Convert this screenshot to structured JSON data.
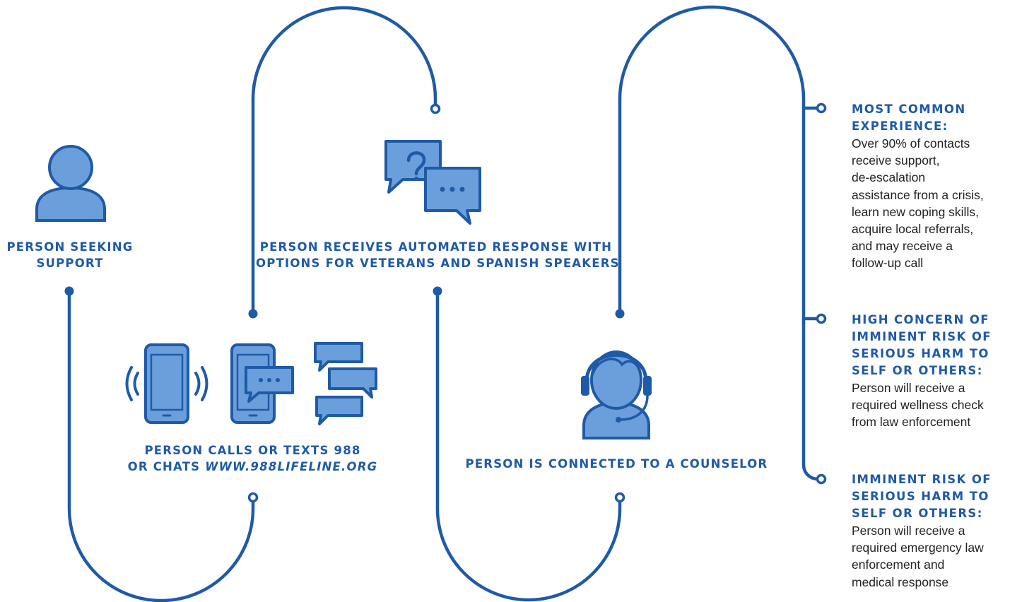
{
  "colors": {
    "line": "#1f5aa6",
    "icon_fill": "#6b9fdc",
    "text": "#1f5aa6",
    "body_text": "#222222"
  },
  "steps": [
    {
      "id": "seek",
      "icon": "person-icon",
      "line1": "PERSON SEEKING",
      "line2": "SUPPORT"
    },
    {
      "id": "contact",
      "icons": [
        "ringing-phone-icon",
        "phone-text-icon",
        "chat-bubbles-icon"
      ],
      "line1": "PERSON CALLS OR TEXTS 988",
      "line2_prefix": "OR CHATS ",
      "line2_italic": "WWW.988LIFELINE.ORG"
    },
    {
      "id": "automated",
      "icon": "speech-bubbles-icon",
      "line1": "PERSON RECEIVES AUTOMATED RESPONSE WITH",
      "line2": "OPTIONS FOR VETERANS AND SPANISH SPEAKERS"
    },
    {
      "id": "counselor",
      "icon": "counselor-headset-icon",
      "line1": "PERSON IS CONNECTED TO A COUNSELOR"
    }
  ],
  "outcomes": [
    {
      "title": "MOST COMMON\nEXPERIENCE:",
      "body": "Over 90% of contacts\nreceive support,\nde-escalation\nassistance from a crisis,\nlearn new coping skills,\nacquire local referrals,\nand may receive a\nfollow-up call"
    },
    {
      "title": "HIGH CONCERN OF\nIMMINENT RISK OF\nSERIOUS HARM TO\nSELF OR OTHERS:",
      "body": "Person will receive a\nrequired wellness check\nfrom law enforcement"
    },
    {
      "title": "IMMINENT RISK OF\nSERIOUS HARM TO\nSELF OR OTHERS:",
      "body": "Person will receive a\nrequired emergency law\nenforcement and\nmedical response"
    }
  ]
}
